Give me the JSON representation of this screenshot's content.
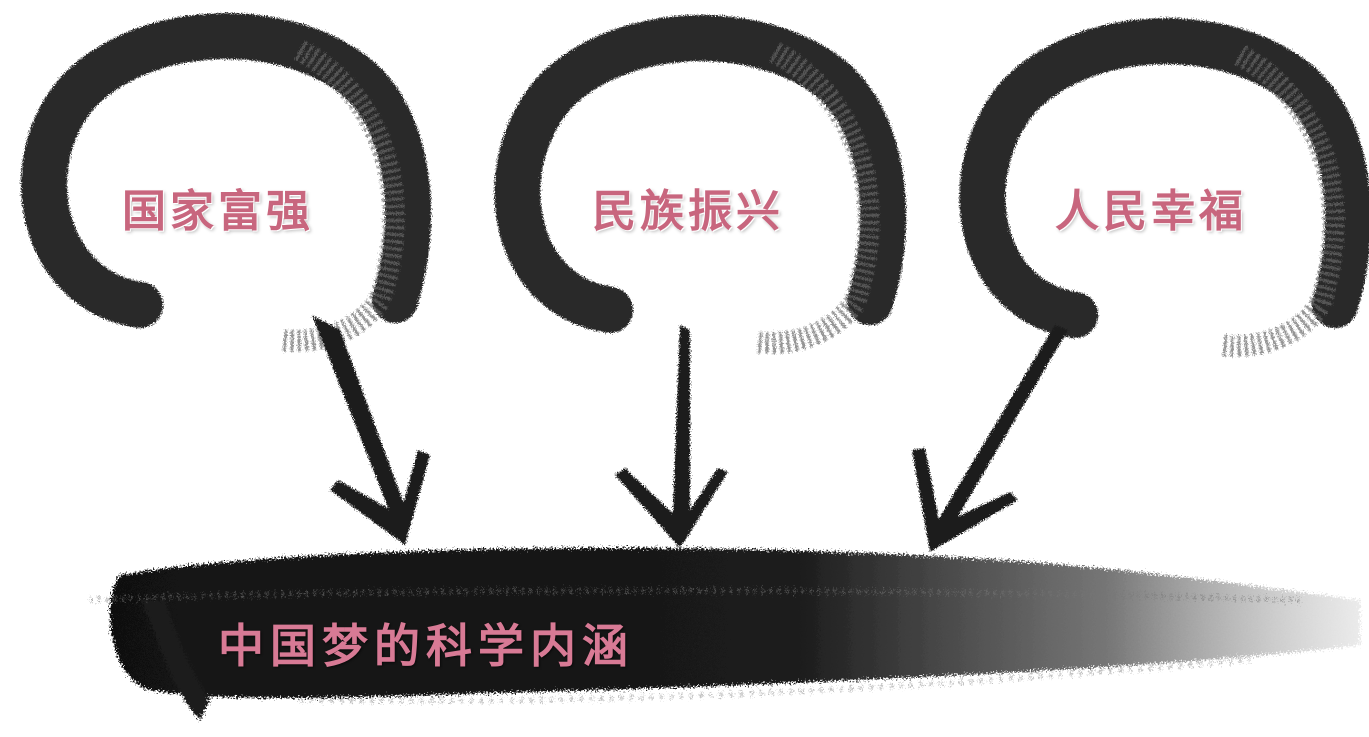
{
  "circles": [
    {
      "label": "国家富强"
    },
    {
      "label": "民族振兴"
    },
    {
      "label": "人民幸福"
    }
  ],
  "banner": {
    "label": "中国梦的科学内涵"
  },
  "colors": {
    "label_pink": "#c8667e",
    "banner_label_pink": "#d87a95",
    "ink": "#1e1e1e",
    "background": "#ffffff"
  }
}
